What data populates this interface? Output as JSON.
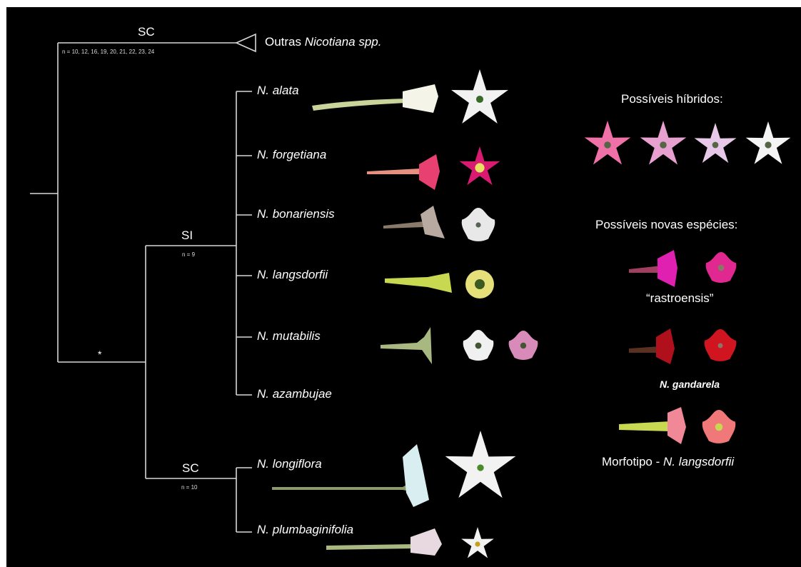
{
  "clade_labels": {
    "top_sc": "SC",
    "top_sc_n": "n = 10, 12, 16, 19, 20, 21, 22, 23, 24",
    "si": "SI",
    "si_n": "n = 9",
    "bottom_sc": "SC",
    "bottom_sc_n": "n = 10",
    "star": "*"
  },
  "outgroup": {
    "prefix": "Outras ",
    "genus": "Nicotiana spp."
  },
  "species": [
    "N. alata",
    "N. forgetiana",
    "N. bonariensis",
    "N. langsdorfii",
    "N. mutabilis",
    "N. azambujae",
    "N. longiflora",
    "N. plumbaginifolia"
  ],
  "right_panel": {
    "hybrids_title": "Possíveis híbridos:",
    "new_species_title": "Possíveis novas espécies:",
    "rastroensis": "“rastroensis”",
    "gandarela": "N. gandarela",
    "morphotype_prefix": "Morfotipo - ",
    "morphotype_species": "N. langsdorfii"
  },
  "colors": {
    "background": "#000000",
    "tree_lines": "#d8d8d8",
    "white_flower": "#f2f2f2",
    "pink_flower": "#e8408a",
    "magenta_flower": "#d81a70",
    "yellow_flower": "#e6e07a",
    "red_flower": "#c0101c",
    "salmon_flower": "#f07878"
  }
}
